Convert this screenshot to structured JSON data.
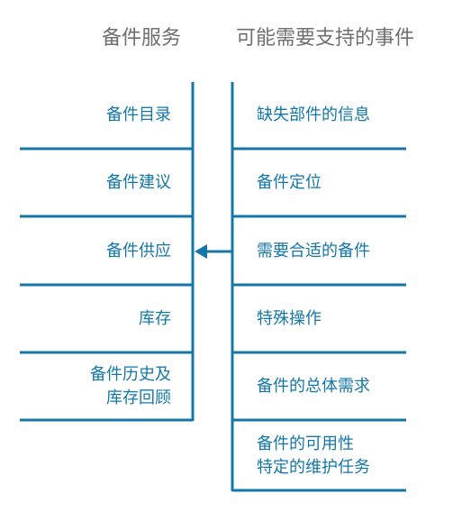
{
  "headers": {
    "left": "备件服务",
    "right": "可能需要支持的事件"
  },
  "left_items": [
    {
      "lines": [
        "备件目录"
      ]
    },
    {
      "lines": [
        "备件建议"
      ]
    },
    {
      "lines": [
        "备件供应"
      ]
    },
    {
      "lines": [
        "库存"
      ]
    },
    {
      "lines": [
        "备件历史及",
        "库存回顾"
      ]
    }
  ],
  "right_items": [
    {
      "lines": [
        "缺失部件的信息"
      ]
    },
    {
      "lines": [
        "备件定位"
      ]
    },
    {
      "lines": [
        "需要合适的备件"
      ]
    },
    {
      "lines": [
        "特殊操作"
      ]
    },
    {
      "lines": [
        "备件的总体需求"
      ]
    },
    {
      "lines": [
        "备件的可用性",
        "特定的维护任务"
      ]
    }
  ],
  "arrow": {
    "from": "需要合适的备件",
    "to": "备件供应"
  },
  "colors": {
    "line": "#1477a8",
    "text": "#1477a8",
    "header": "#6f6f6f"
  }
}
